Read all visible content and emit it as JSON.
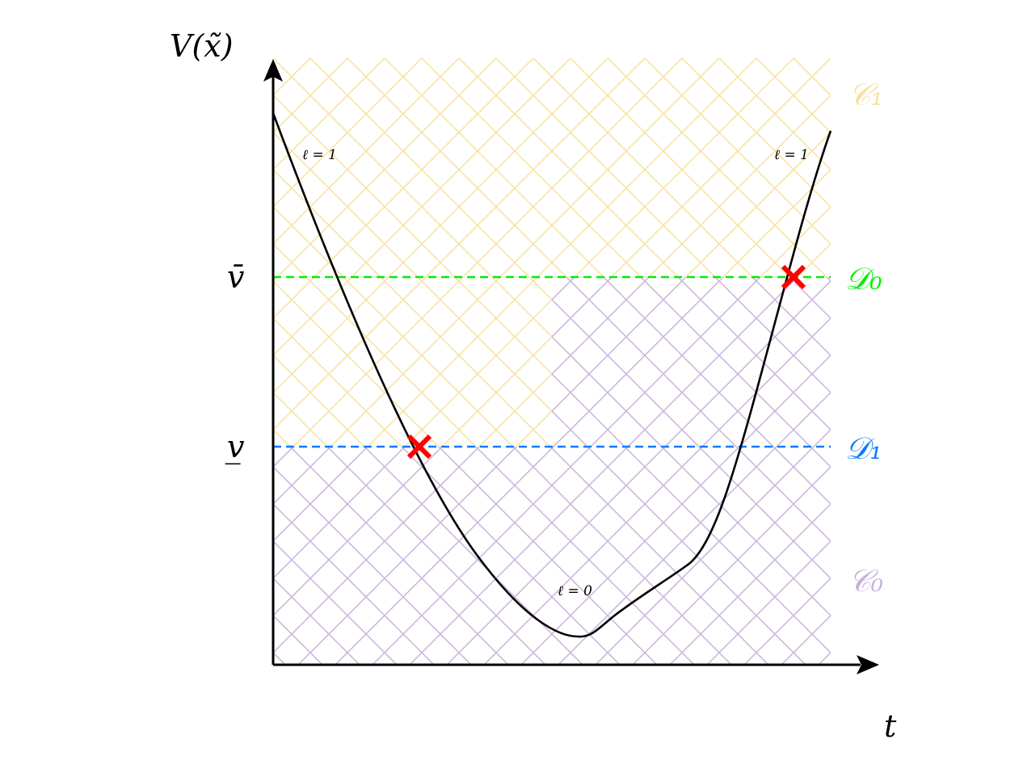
{
  "axes": {
    "y_label": "V(x̃)",
    "x_label": "t"
  },
  "levels": {
    "upper_label": "v̄",
    "lower_label": "v̲"
  },
  "regions": {
    "c1_label": "𝒞₁",
    "c0_label": "𝒞₀",
    "d0_label": "𝒟₀",
    "d1_label": "𝒟₁"
  },
  "annotations": {
    "ell_left": "ℓ = 1",
    "ell_right": "ℓ = 1",
    "ell_bottom": "ℓ = 0"
  },
  "colors": {
    "c1": "#f7e3a6",
    "c0": "#cdb8de",
    "c1_text": "#f5e29e",
    "c0_text": "#c7b0dc",
    "d0": "#00ee00",
    "d1": "#0a7cff",
    "marker": "#ff0000",
    "curve": "#000000"
  },
  "icons": {
    "crossing_marker": "x-cross-icon"
  }
}
